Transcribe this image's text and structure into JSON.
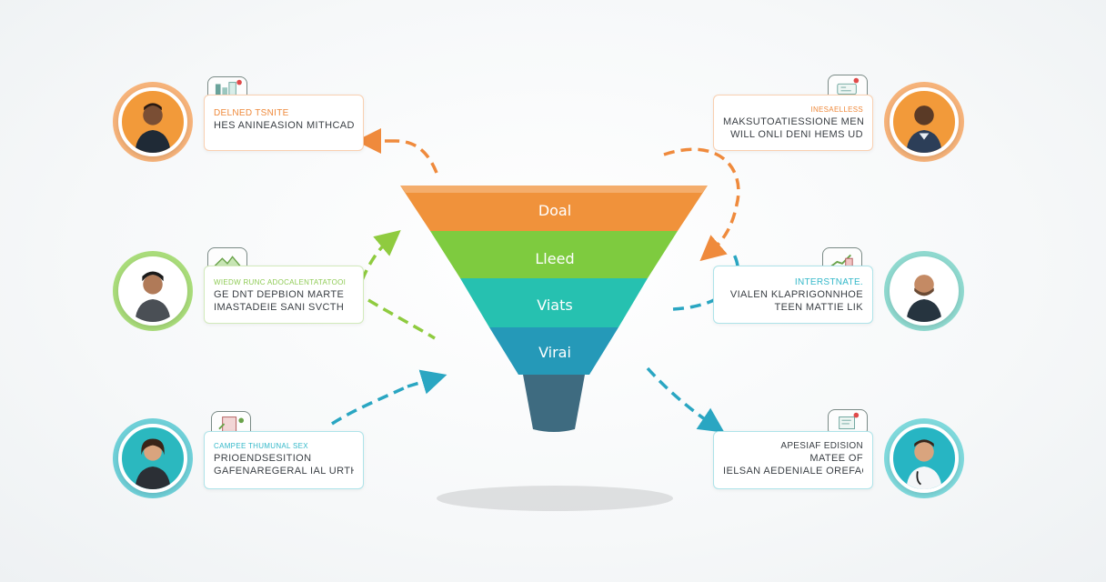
{
  "funnel": {
    "stages": [
      {
        "label": "Doal",
        "color": "#f0923b"
      },
      {
        "label": "Lleed",
        "color": "#7ecb3f"
      },
      {
        "label": "Viats",
        "color": "#26c1b0"
      },
      {
        "label": "Virai",
        "color": "#2599b8"
      }
    ],
    "spout_color": "#3e6b80"
  },
  "cards": {
    "left_top": {
      "title": "DELNED TSNITE",
      "lines": [
        "HES ANINEASION MITHCAD"
      ],
      "accent": "#ef8a3c"
    },
    "left_middle": {
      "title": "WIEDW RUNC ADOCALENTATATOOI",
      "lines": [
        "GE DNT DEPBION MARTE",
        "IMASTADEIE SANI SVCTH"
      ],
      "accent": "#8fcb55"
    },
    "left_bottom": {
      "title": "CAMPEE THUMUNAL SEX",
      "lines": [
        "PRIOENDSESITION",
        "GAFENAREGERAL IAL URTH"
      ],
      "accent": "#34b8c9"
    },
    "right_top": {
      "title": "INESAELLESS",
      "lines": [
        "MAKSUTOATIESSIONE MENT:",
        "WILL ONLI DENI HEMS UD"
      ],
      "accent": "#ef8a3c"
    },
    "right_middle": {
      "title": "INTERSTNATE.",
      "lines": [
        "VIALEN KLAPRIGONNHOE",
        "TEEN MATTIE LIK"
      ],
      "accent": "#34b8c9"
    },
    "right_bottom": {
      "title": "APESIAF EDISION",
      "lines": [
        "MATEE OF",
        "IELSAN AEDENIALE OREFAO,"
      ],
      "accent": "#34b8c9"
    }
  },
  "avatars": {
    "left_top": {
      "ring": "#f6b37a",
      "fill": "#f29a3a"
    },
    "left_middle": {
      "ring": "#a9dc7a",
      "fill": "#ffffff"
    },
    "left_bottom": {
      "ring": "#6fd0d8",
      "fill": "#2bb8bf"
    },
    "right_top": {
      "ring": "#f6b37a",
      "fill": "#f29a3a"
    },
    "right_middle": {
      "ring": "#8fd9cf",
      "fill": "#ffffff"
    },
    "right_bottom": {
      "ring": "#7fd9dc",
      "fill": "#27b5c3"
    }
  },
  "arrows": {
    "orange": "#ef8a3c",
    "green": "#8fcb3f",
    "teal": "#2aa6c2"
  }
}
